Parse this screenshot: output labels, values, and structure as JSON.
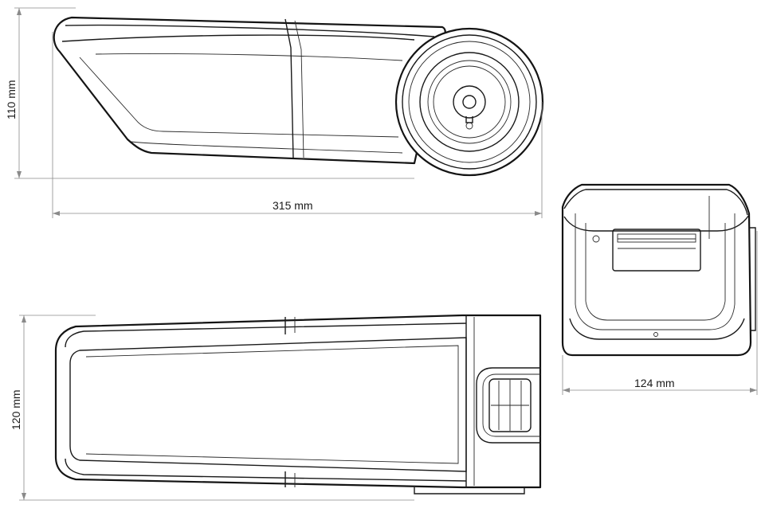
{
  "dimensions": {
    "side_height": "110 mm",
    "side_length": "315 mm",
    "top_width": "120 mm",
    "front_width": "124 mm"
  },
  "colors": {
    "outline": "#141414",
    "dimension_line": "#8a8a8a",
    "background": "#ffffff"
  }
}
